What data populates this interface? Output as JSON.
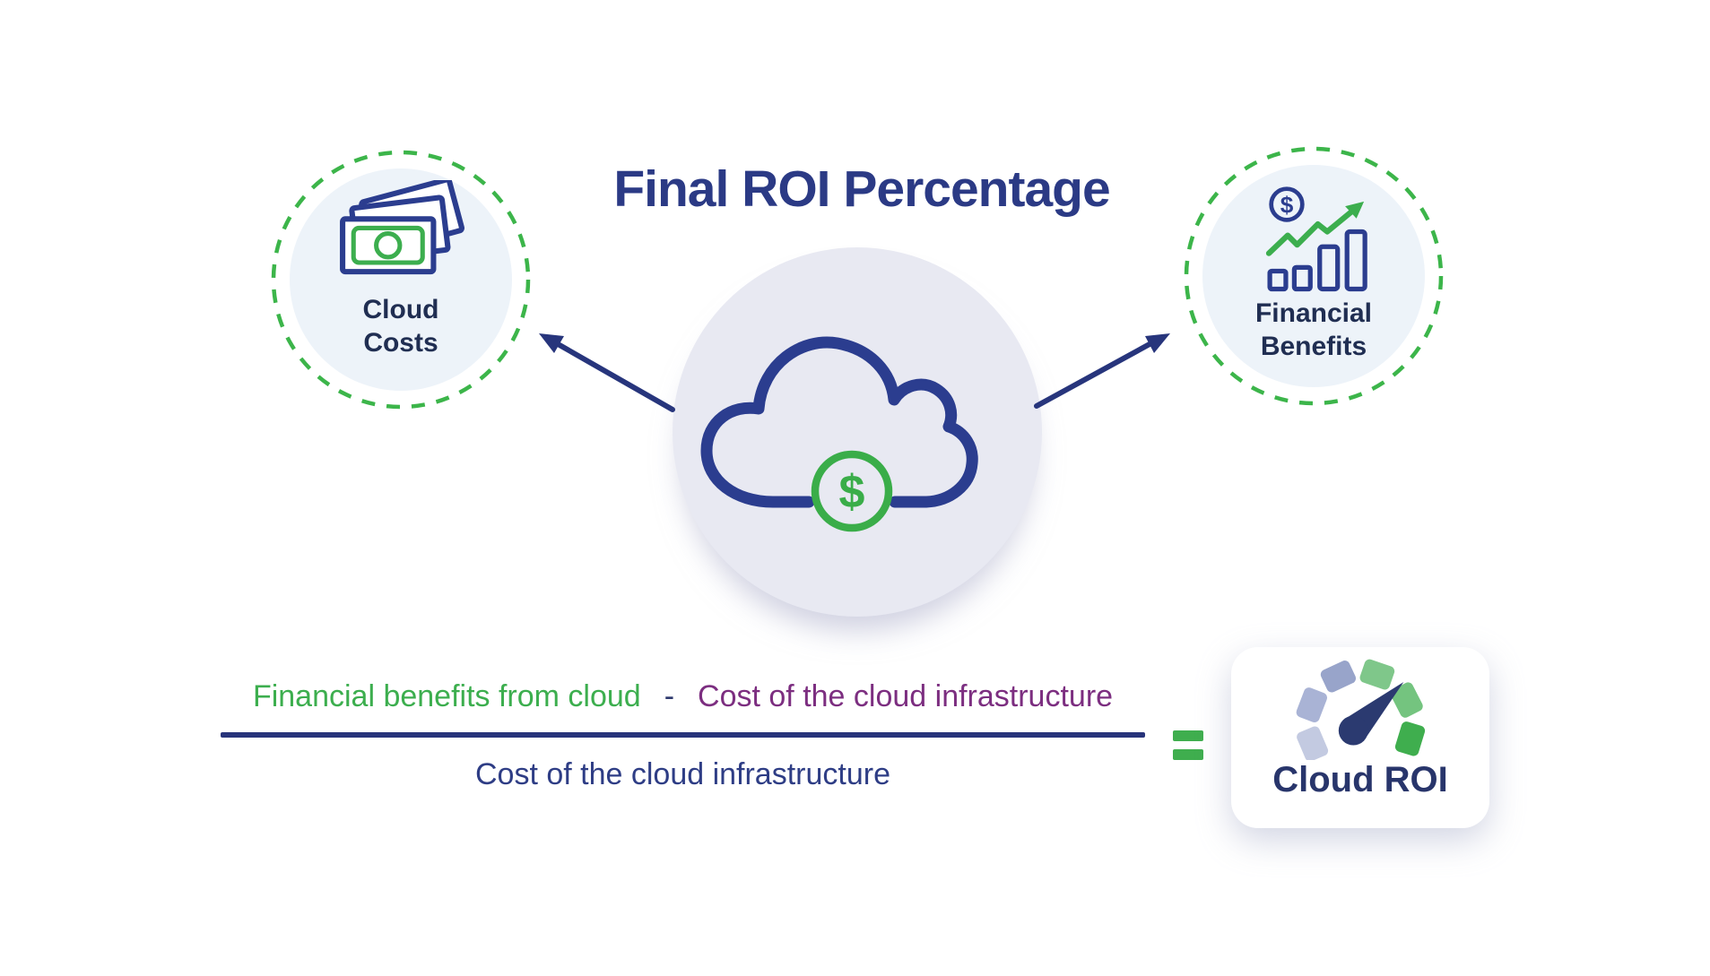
{
  "title": "Final ROI Percentage",
  "diagram": {
    "center": {
      "icon": "cloud-with-dollar",
      "dollar": "$"
    },
    "left_node": {
      "icon": "money-bills",
      "lines": [
        "Cloud",
        "Costs"
      ]
    },
    "right_node": {
      "icon": "growth-chart-with-dollar",
      "dollar": "$",
      "lines": [
        "Financial",
        "Benefits"
      ]
    }
  },
  "formula": {
    "numerator_green": "Financial benefits from cloud",
    "minus": "-",
    "numerator_purple": "Cost of the cloud infrastructure",
    "denominator": "Cost of the cloud infrastructure"
  },
  "result_card": {
    "label": "Cloud ROI",
    "gauge_colors": [
      "#c3cae1",
      "#a9b3d5",
      "#98a4ca",
      "#7fc78a",
      "#74c47f",
      "#3fae4e"
    ],
    "needle_color": "#2b3a70"
  },
  "colors": {
    "title_navy": "#2b3a85",
    "icon_navy": "#2b3d8f",
    "label_navy": "#202e52",
    "green": "#3cae4e",
    "purple": "#7c2e80",
    "fraction_bar_navy": "#27337a",
    "center_circle_fill": "#e8e9f2",
    "node_circle_fill": "#edf3f9"
  }
}
